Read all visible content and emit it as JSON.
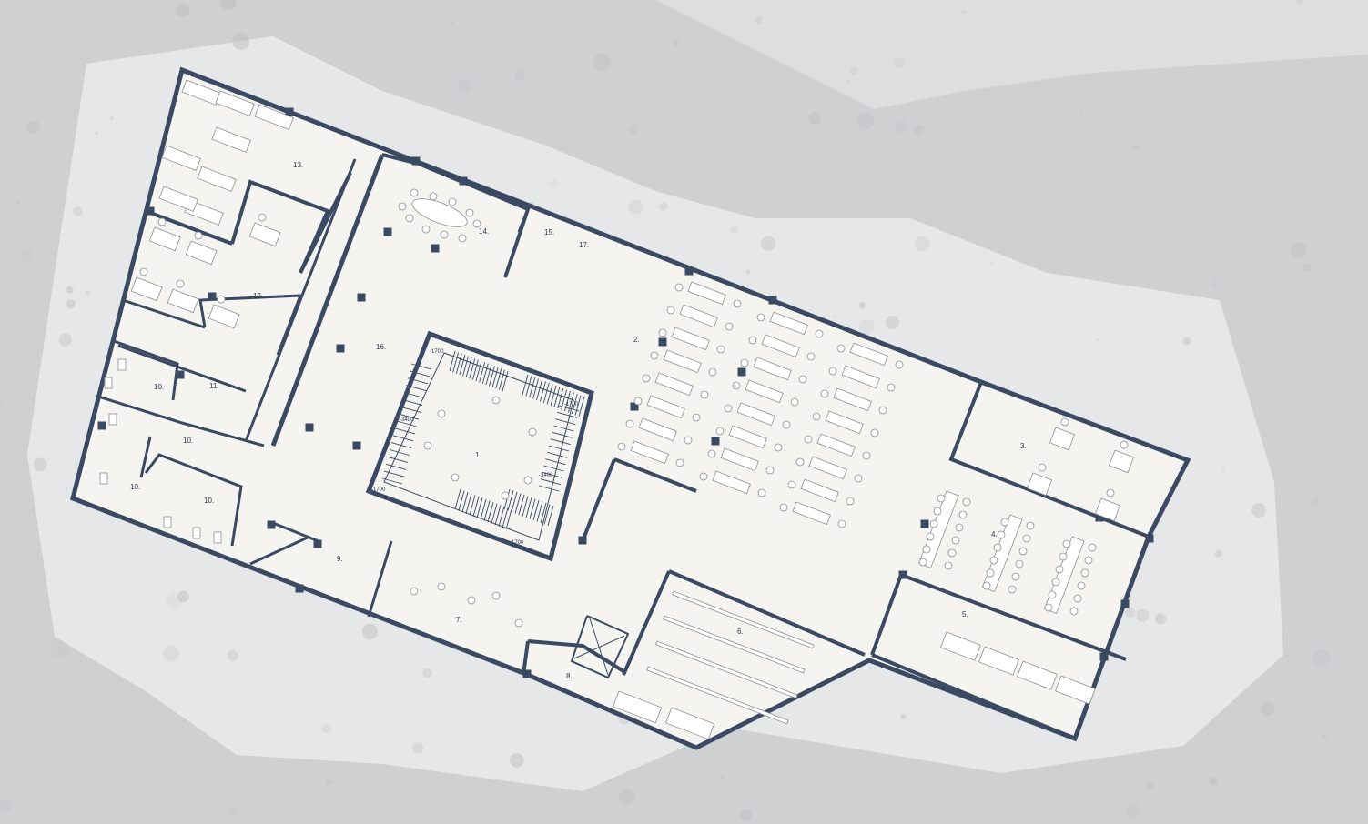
{
  "colors": {
    "background": "#cfd0d2",
    "background_light": "#dddedf",
    "site": "#e6e7e8",
    "floor": "#f5f4f0",
    "wall": "#3b4a63",
    "furniture_stroke": "#8a8f96"
  },
  "rooms": [
    {
      "id": "r1",
      "label": "1."
    },
    {
      "id": "r2",
      "label": "2."
    },
    {
      "id": "r3",
      "label": "3."
    },
    {
      "id": "r4",
      "label": "4."
    },
    {
      "id": "r5",
      "label": "5."
    },
    {
      "id": "r6",
      "label": "6."
    },
    {
      "id": "r7",
      "label": "7."
    },
    {
      "id": "r8",
      "label": "8."
    },
    {
      "id": "r9",
      "label": "9."
    },
    {
      "id": "r10a",
      "label": "10."
    },
    {
      "id": "r10b",
      "label": "10."
    },
    {
      "id": "r10c",
      "label": "10."
    },
    {
      "id": "r10d",
      "label": "10."
    },
    {
      "id": "r11",
      "label": "11."
    },
    {
      "id": "r12",
      "label": "12."
    },
    {
      "id": "r13",
      "label": "13."
    },
    {
      "id": "r14",
      "label": "14."
    },
    {
      "id": "r15",
      "label": "15."
    },
    {
      "id": "r16",
      "label": "16."
    },
    {
      "id": "r17",
      "label": "17."
    }
  ],
  "levels": [
    {
      "id": "lv1",
      "label": "-1700"
    },
    {
      "id": "lv2",
      "label": "-1700"
    },
    {
      "id": "lv3",
      "label": "-3400"
    },
    {
      "id": "lv4",
      "label": "-3400"
    },
    {
      "id": "lv5",
      "label": "-1700"
    },
    {
      "id": "lv6",
      "label": "-1700"
    }
  ]
}
